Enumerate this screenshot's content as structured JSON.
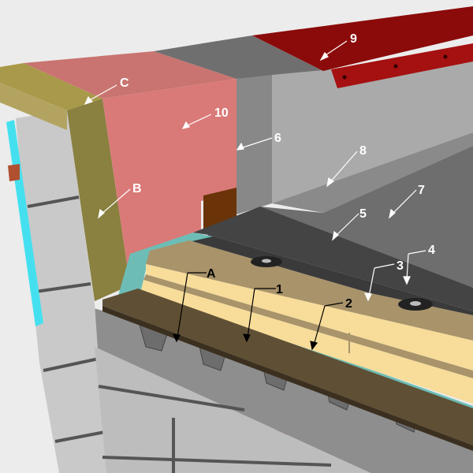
{
  "diagram": {
    "labels": {
      "l9": "9",
      "lC": "C",
      "l10": "10",
      "l6": "6",
      "l8": "8",
      "lB": "B",
      "l7": "7",
      "l5": "5",
      "l4": "4",
      "l3": "3",
      "lA": "A",
      "l1": "1",
      "l2": "2"
    },
    "colors": {
      "coping": "#8b0a0a",
      "pink_insulation": "#d97a78",
      "mineral_wool": "#8a8040",
      "upstand": "#aaaaaa",
      "membrane": "#444444",
      "rigid_insulation": "#f7dc9a",
      "vapour_layer": "#6dbdb6",
      "deck": "#5f5035",
      "blockwork": "#c8c8c8",
      "rod": "#c41a1a",
      "cyan": "#44e0f0"
    }
  }
}
